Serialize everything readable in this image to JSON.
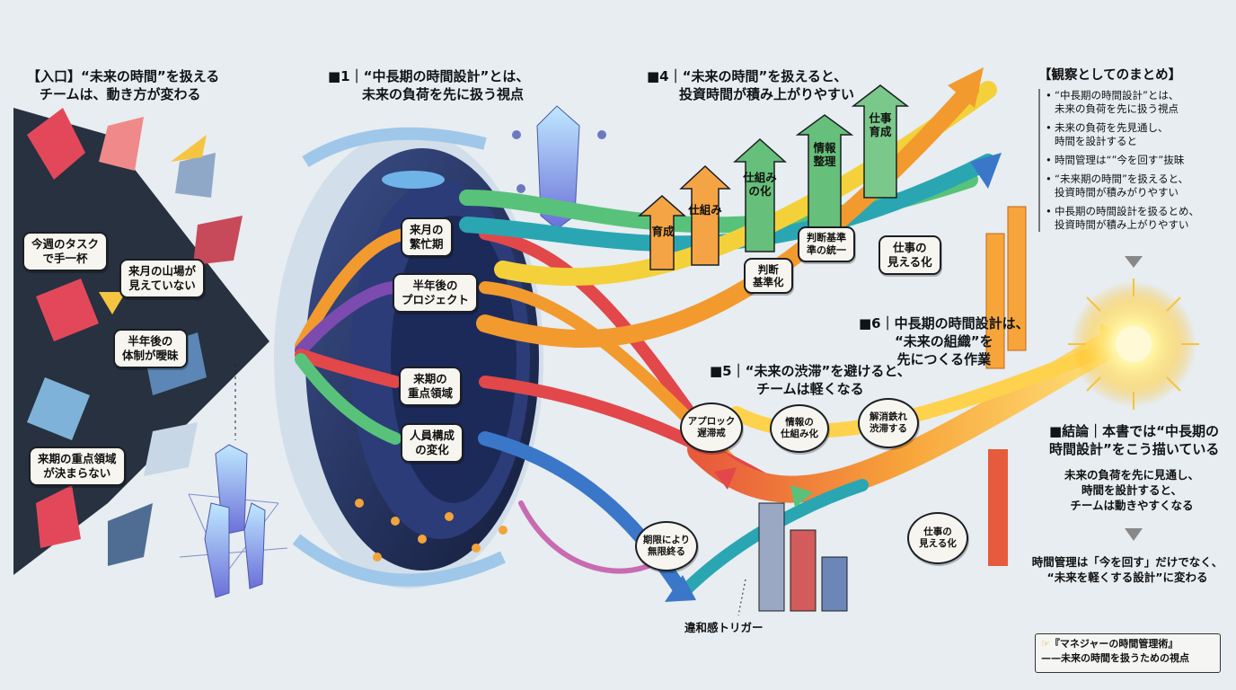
{
  "headings": {
    "intro": [
      "【入口】“未来の時間”を扱える",
      "チームは、動き方が変わる"
    ],
    "s1": [
      "■1｜“中長期の時間設計”とは、",
      "未来の負荷を先に扱う視点"
    ],
    "s4": [
      "■4｜“未来の時間”を扱えると、",
      "投資時間が積み上がりやすい"
    ],
    "s6": [
      "■6｜中長期の時間設計は、",
      "“未来の組織”を",
      "先につくる作業"
    ],
    "s5": [
      "■5｜“未来の渋滞”を避けると、",
      "チームは軽くなる"
    ],
    "conclusion": [
      "■結論｜本書では“中長期の",
      "時間設計”をこう描いている"
    ]
  },
  "chaos_labels": [
    [
      "今週のタスク",
      "で手一杯"
    ],
    [
      "来月の山場が",
      "見えていない"
    ],
    [
      "半年後の",
      "体制が曖昧"
    ],
    [
      "来期の重点領域",
      "が決まらない"
    ]
  ],
  "tunnel_labels": [
    [
      "来月の",
      "繁忙期"
    ],
    [
      "半年後の",
      "プロジェクト"
    ],
    [
      "来期の",
      "重点領域"
    ],
    [
      "人員構成",
      "の変化"
    ]
  ],
  "growth_arrows": [
    "育成",
    "仕組み",
    [
      "仕組み",
      "の化"
    ],
    [
      "情報",
      "整理"
    ],
    [
      "仕事",
      "育成"
    ]
  ],
  "mid_labels": [
    [
      "判断基準",
      "準の統一"
    ],
    [
      "仕事の",
      "見える化"
    ],
    [
      "判断",
      "基準化"
    ]
  ],
  "round_bubbles": [
    [
      "アプロック",
      "遅滞戒"
    ],
    [
      "情報の",
      "仕組み化"
    ],
    [
      "解消鉄れ",
      "渋滞する"
    ],
    [
      "期限により",
      "無限終る"
    ],
    [
      "仕事の",
      "見える化"
    ]
  ],
  "trigger_caption": "違和感トリガー",
  "summary": {
    "title": "【観察としてのまとめ】",
    "items": [
      [
        "“中長期の時間設計”とは、",
        "未来の負荷を先に扱う視点"
      ],
      [
        "未来の負荷を先見通し、",
        "時間を設計すると"
      ],
      [
        "時間管理は“”今を回す”抜昧"
      ],
      [
        "“未来期の時間”を扱えると、",
        "投資時間が積みがりやすい"
      ],
      [
        "中長期の時間設計を扱るとめ、",
        "投資時間が積み上がりやすい"
      ]
    ]
  },
  "conclusion_body": [
    "未来の負荷を先に見通し、",
    "時間を設計すると、",
    "チームは動きやすくなる"
  ],
  "final_note": [
    "時間管理は「今を回す」だけでなく、",
    "“未来を軽くする設計”に変わる"
  ],
  "footer": {
    "book": "『マネジャーの時間管理術』",
    "subtitle": "——未来の時間を扱うための視点"
  },
  "colors": {
    "background": "#e7edf1",
    "tunnel": "#1e2a52",
    "arrow_red": "#e2474a",
    "arrow_orange": "#f29a2e",
    "arrow_yellow": "#f4d13a",
    "arrow_green": "#58c27a",
    "arrow_teal": "#2aa6b3",
    "arrow_blue": "#3a77c9",
    "arrow_purple": "#7b4bb0",
    "sun": "#fff2a0"
  }
}
